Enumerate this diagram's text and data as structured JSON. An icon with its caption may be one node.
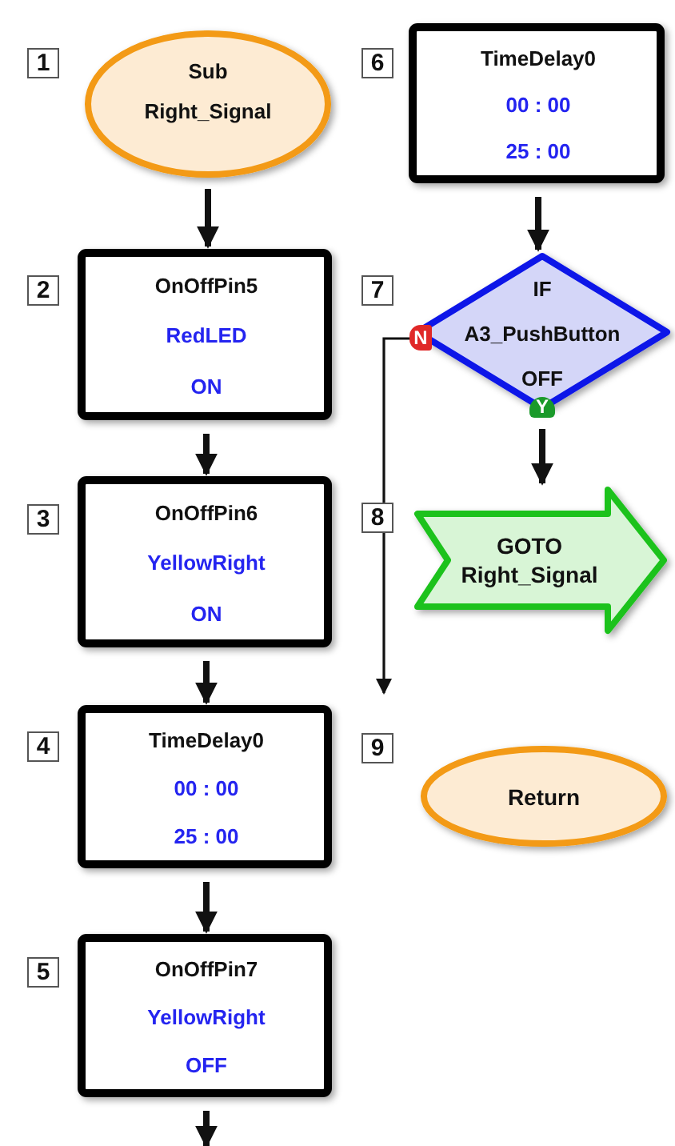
{
  "diagram": {
    "nodes": [
      {
        "text": [
          "Sub",
          "Right_Signal"
        ],
        "beside": [
          "1"
        ]
      },
      {
        "text": [
          "OnOffPin5",
          "RedLED",
          "ON"
        ],
        "beside": [
          "2"
        ]
      },
      {
        "text": [
          "OnOffPin6",
          "YellowRight",
          "ON"
        ],
        "beside": [
          "3"
        ]
      },
      {
        "text": [
          "TimeDelay0",
          "00 : 00",
          "25 : 00"
        ],
        "beside": [
          "4"
        ]
      },
      {
        "text": [
          "OnOffPin7",
          "YellowRight",
          "OFF"
        ],
        "beside": [
          "5"
        ]
      },
      {
        "text": [
          "TimeDelay0",
          "00 : 00",
          "25 : 00"
        ],
        "beside": [
          "6"
        ]
      },
      {
        "text": [
          "IF",
          "A3_PushButton",
          "OFF"
        ],
        "beside": [
          "7"
        ]
      },
      {
        "text": [
          "GOTO Right_Signal"
        ],
        "beside": [
          "8"
        ]
      },
      {
        "text": [
          "Return"
        ],
        "beside": [
          "9"
        ]
      }
    ],
    "edges": [
      {
        "from": 0,
        "to": 1,
        "arrow": "to"
      },
      {
        "from": 1,
        "to": 2,
        "arrow": "to"
      },
      {
        "from": 2,
        "to": 3,
        "arrow": "to"
      },
      {
        "from": 3,
        "to": 4,
        "arrow": "to"
      },
      {
        "from": 4,
        "to": null,
        "arrow": "to"
      },
      {
        "from": 5,
        "to": 6,
        "arrow": "to"
      },
      {
        "from": 6,
        "to": 7,
        "arrow": "to"
      },
      {
        "from": 6,
        "to": null,
        "arrow": "to"
      }
    ],
    "labels": [
      "N",
      "Y"
    ]
  }
}
